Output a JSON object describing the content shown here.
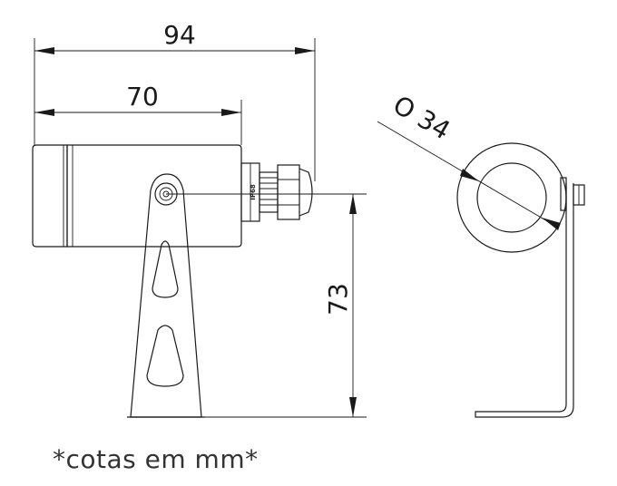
{
  "dimensions": {
    "overall_length": "94",
    "body_length": "70",
    "height": "73",
    "diameter": "O 34"
  },
  "body_marking": "IP68",
  "note": "*cotas em mm*"
}
